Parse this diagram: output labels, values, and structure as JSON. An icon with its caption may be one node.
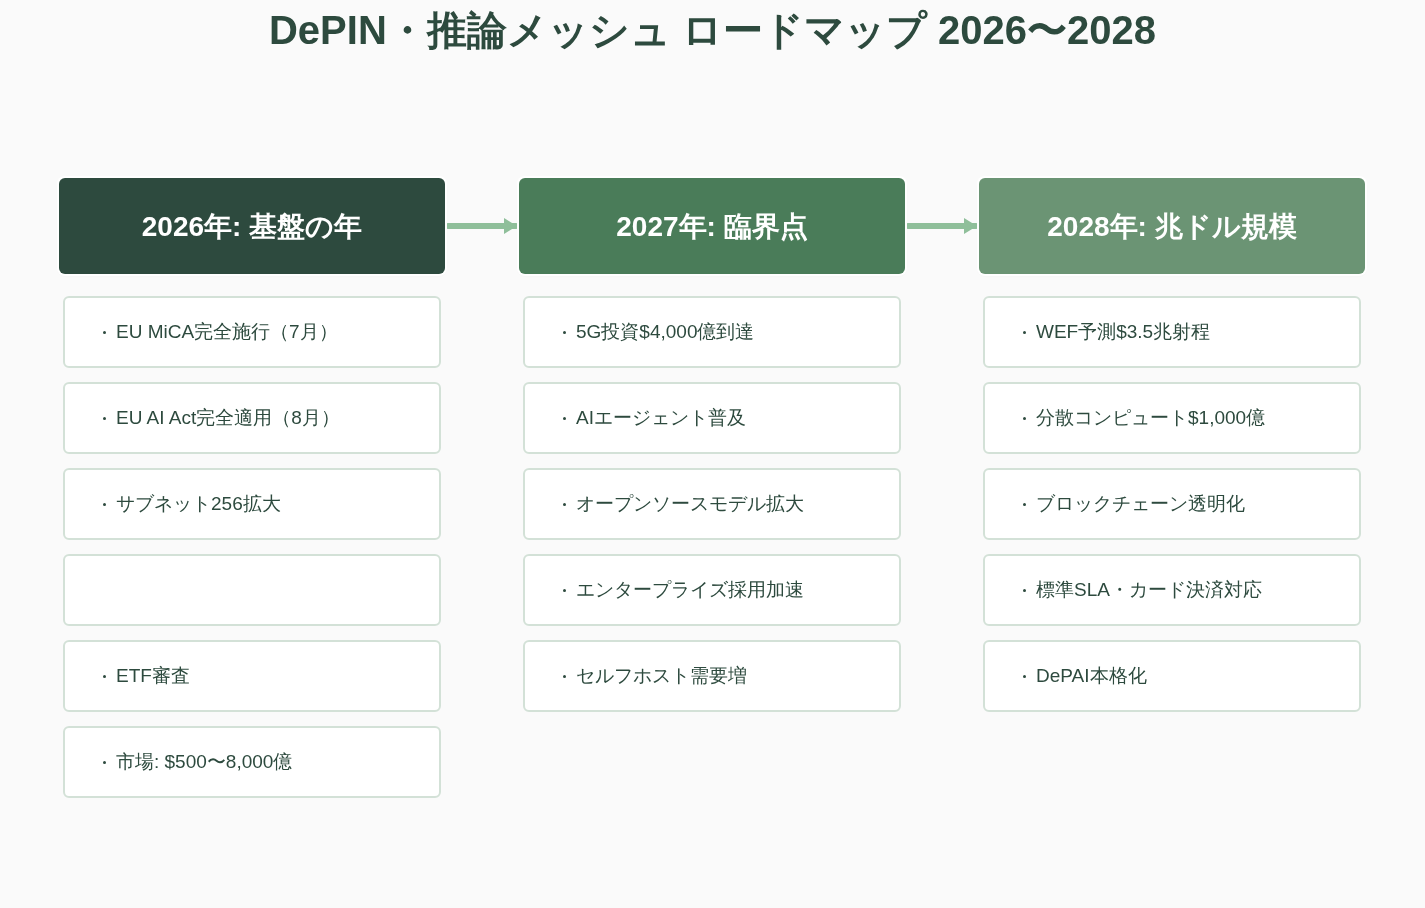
{
  "diagram": {
    "title": "DePIN・推論メッシュ ロードマップ 2026〜2028",
    "nodes": [
      {
        "text": [
          "2026年: 基盤の年"
        ]
      },
      {
        "text": [
          "EU MiCA完全施行（7月）"
        ]
      },
      {
        "text": [
          "EU AI Act完全適用（8月）"
        ]
      },
      {
        "text": [
          "サブネット256拡大"
        ]
      },
      {
        "text": [],
        "shape": "box"
      },
      {
        "text": [
          "ETF審査"
        ]
      },
      {
        "text": [
          "市場: $500〜8,000億"
        ]
      },
      {
        "text": [
          "2027年: 臨界点"
        ]
      },
      {
        "text": [
          "5G投資$4,000億到達"
        ]
      },
      {
        "text": [
          "AIエージェント普及"
        ]
      },
      {
        "text": [
          "オープンソースモデル拡大"
        ]
      },
      {
        "text": [
          "エンタープライズ採用加速"
        ]
      },
      {
        "text": [
          "セルフホスト需要増"
        ]
      },
      {
        "text": [
          "2028年: 兆ドル規模"
        ]
      },
      {
        "text": [
          "WEF予測$3.5兆射程"
        ]
      },
      {
        "text": [
          "分散コンピュート$1,000億"
        ]
      },
      {
        "text": [
          "ブロックチェーン透明化"
        ]
      },
      {
        "text": [
          "標準SLA・カード決済対応"
        ]
      },
      {
        "text": [
          "DePAI本格化"
        ]
      }
    ],
    "edges": [
      {
        "from": 0,
        "to": 7,
        "arrow": "to"
      },
      {
        "from": 7,
        "to": 13,
        "arrow": "to"
      }
    ]
  }
}
